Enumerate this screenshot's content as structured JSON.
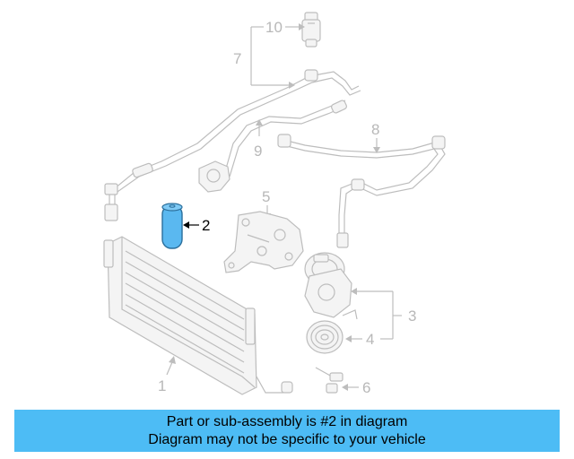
{
  "diagram": {
    "callouts": {
      "c1": "1",
      "c2": "2",
      "c3": "3",
      "c4": "4",
      "c5": "5",
      "c6": "6",
      "c7": "7",
      "c8": "8",
      "c9": "9",
      "c10": "10"
    },
    "highlight_color": "#5ab8f0",
    "line_color": "#bdbdbd"
  },
  "banner": {
    "line1": "Part or sub-assembly is #2 in diagram",
    "line2": "Diagram may not be specific to your vehicle",
    "background": "#4dbcf5"
  }
}
